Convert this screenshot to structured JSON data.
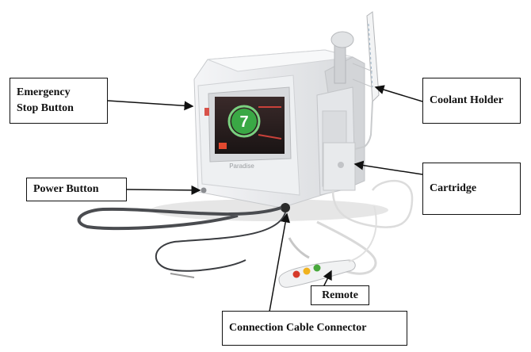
{
  "labels": {
    "emergency_stop": "Emergency\nStop Button",
    "power_button": "Power Button",
    "coolant_holder": "Coolant Holder",
    "cartridge": "Cartridge",
    "remote": "Remote",
    "connection_cable": "Connection Cable Connector"
  },
  "device": {
    "screen_number": "7",
    "brand": "Paradise"
  },
  "colors": {
    "device_body": "#e9eaec",
    "screen_green": "#3aa845",
    "remote_buttons": [
      "#d63a2a",
      "#f0b21e",
      "#48a83c"
    ]
  }
}
